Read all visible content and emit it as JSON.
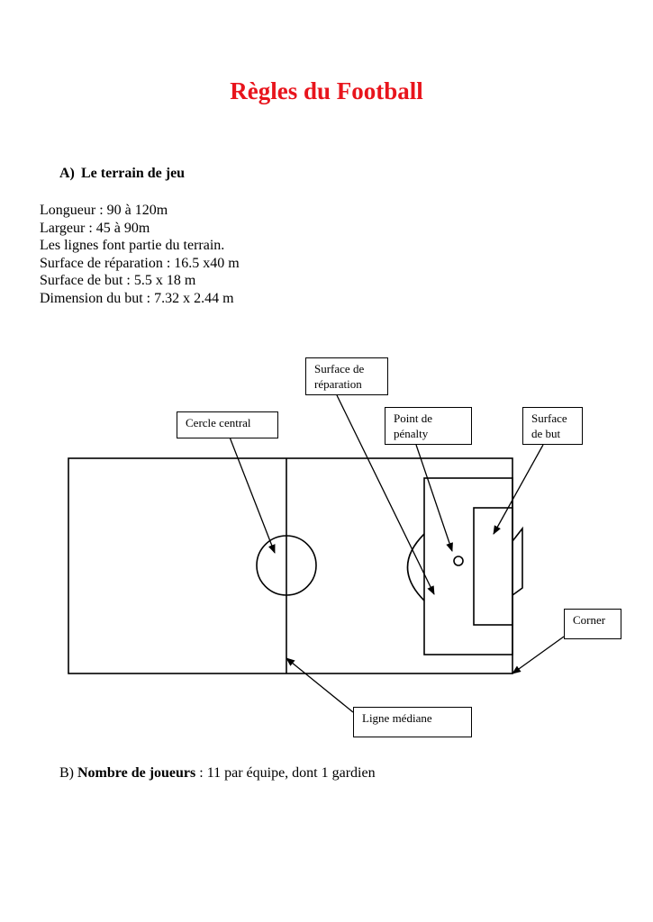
{
  "title": "Règles du Football",
  "section_a": {
    "number": "A)",
    "heading": "Le terrain de jeu"
  },
  "specs": [
    "Longueur : 90 à 120m",
    "Largeur : 45 à 90m",
    "Les lignes font partie du terrain.",
    "Surface de réparation : 16.5 x40 m",
    "Surface de but : 5.5 x 18 m",
    "Dimension du but : 7.32 x 2.44 m"
  ],
  "diagram": {
    "labels": {
      "surface_reparation": [
        "Surface de",
        "réparation"
      ],
      "cercle_central": "Cercle central",
      "point_penalty": [
        "Point de",
        "pénalty"
      ],
      "surface_but": [
        "Surface",
        "de but"
      ],
      "corner": "Corner",
      "ligne_mediane": "Ligne médiane"
    }
  },
  "section_b": {
    "number": "B)",
    "bold": "Nombre de joueurs",
    "rest": " : 11 par équipe, dont 1 gardien"
  }
}
